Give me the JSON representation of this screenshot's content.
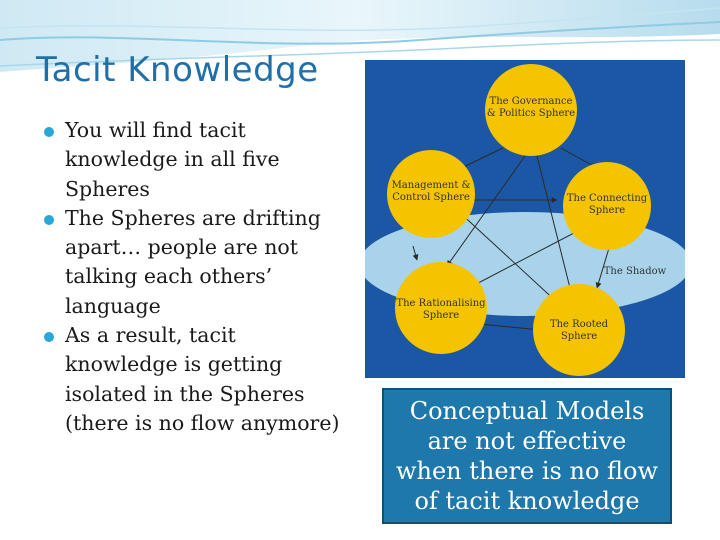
{
  "slide": {
    "title": "Tacit Knowledge",
    "bullets": [
      {
        "text": "You will find tacit knowledge in all five Spheres"
      },
      {
        "text": "The Spheres are drifting apart… people are not talking each others’ language"
      },
      {
        "text": "As a result, tacit knowledge is getting isolated in the Spheres (there is no flow anymore)"
      }
    ],
    "caption": "Conceptual Models are not effective when there is no flow of tacit knowledge"
  },
  "diagram": {
    "spheres": [
      {
        "line1": "The Governance",
        "line2": "& Politics Sphere"
      },
      {
        "line1": "Management &",
        "line2": "Control Sphere"
      },
      {
        "line1": "The Connecting",
        "line2": "Sphere"
      },
      {
        "line1": "The Rationalising",
        "line2": "Sphere"
      },
      {
        "line1": "The Rooted",
        "line2": "Sphere"
      }
    ],
    "shadow_label": "The Shadow"
  },
  "colors": {
    "title": "#1f6fa8",
    "bullet": "#27a7d8",
    "diagram_bg": "#1c57a6",
    "sphere": "#f5c400",
    "shadow": "#a8d3ea",
    "caption_bg": "#1e78ab"
  }
}
